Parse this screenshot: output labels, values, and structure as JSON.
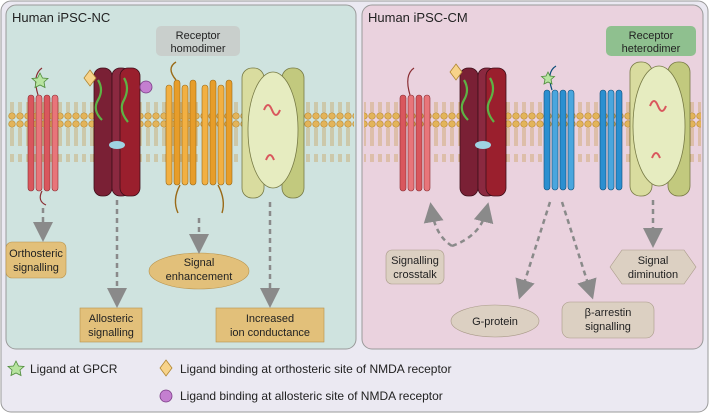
{
  "panels": {
    "left": {
      "title": "Human iPSC-NC",
      "bg": "#cfe3df"
    },
    "right": {
      "title": "Human iPSC-CM",
      "bg": "#ead2de"
    }
  },
  "receptor_labels": {
    "homodimer": [
      "Receptor",
      "homodimer"
    ],
    "heterodimer": [
      "Receptor",
      "heterodimer"
    ]
  },
  "outcomes": {
    "orthosteric": [
      "Orthosteric",
      "signalling"
    ],
    "allosteric": [
      "Allosteric",
      "signalling"
    ],
    "signal_enhancement": [
      "Signal",
      "enhancement"
    ],
    "ion_conductance": [
      "Increased",
      "ion conductance"
    ],
    "crosstalk": [
      "Signalling",
      "crosstalk"
    ],
    "g_protein": [
      "G-protein"
    ],
    "beta_arrestin": [
      "β-arrestin",
      "signalling"
    ],
    "signal_diminution": [
      "Signal",
      "diminution"
    ]
  },
  "legend": {
    "gpcr": "Ligand at GPCR",
    "orthosteric": "Ligand binding at orthosteric site of NMDA receptor",
    "allosteric": "Ligand binding at allosteric site of NMDA receptor"
  },
  "colors": {
    "outcome_box": "#e2c07a",
    "right_box": "#dcd0c2",
    "receptor_label_left": "#c9cfcc",
    "receptor_label_right": "#8fc08f",
    "arrow": "#8a8a8a",
    "membrane": "#e0b060"
  }
}
